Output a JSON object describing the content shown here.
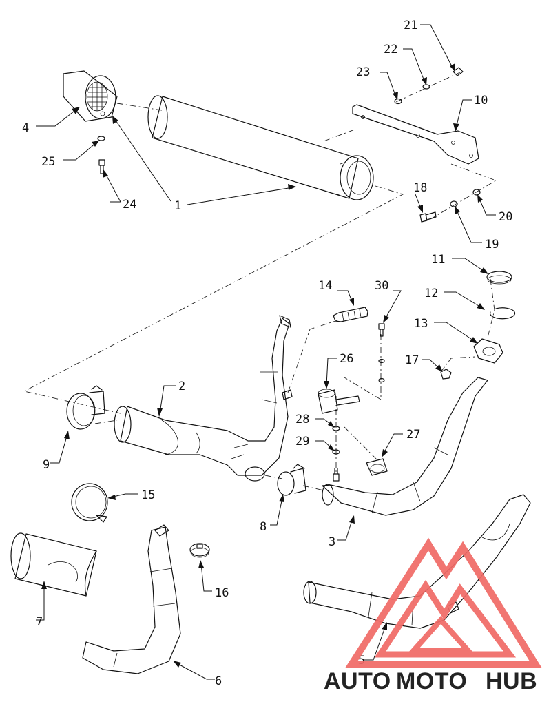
{
  "callouts": {
    "c1": "1",
    "c2": "2",
    "c3": "3",
    "c4": "4",
    "c5": "5",
    "c6": "6",
    "c7": "7",
    "c8": "8",
    "c9": "9",
    "c10": "10",
    "c11": "11",
    "c12": "12",
    "c13": "13",
    "c14": "14",
    "c15": "15",
    "c16": "16",
    "c17": "17",
    "c18": "18",
    "c19": "19",
    "c20": "20",
    "c21": "21",
    "c22": "22",
    "c23": "23",
    "c24": "24",
    "c25": "25",
    "c26": "26",
    "c27": "27",
    "c28": "28",
    "c29": "29",
    "c30": "30"
  },
  "watermark": {
    "word_part1": "AUTO",
    "word_part2": "MOTO",
    "word_part3": "HUB",
    "colors": {
      "triangle": "#f06a66",
      "auto": "#f4b040",
      "moto": "#f06a66",
      "hub": "#555555"
    }
  }
}
